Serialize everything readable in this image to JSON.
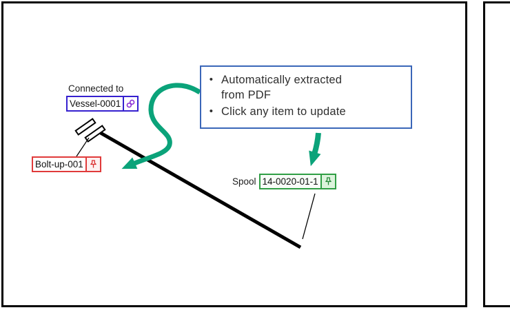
{
  "colors": {
    "frame": "#000000",
    "callout_border": "#3a66b8",
    "arrow": "#0ba37a",
    "vessel_border": "#3520cf",
    "link_icon": "#8b2fd6",
    "bolt_border": "#e03a3a",
    "bolt_pin_bg": "#fdf0f0",
    "spool_border": "#2f9e44",
    "spool_box_bg": "#f7fcf7",
    "spool_pin_bg": "#dcf3dc",
    "pipe": "#000000"
  },
  "scene": {
    "connected_to_label": "Connected to",
    "vessel_tag": "Vessel-0001",
    "bolt_up_tag": "Bolt-up-001",
    "spool_prefix": "Spool",
    "spool_tag": "14-0020-01-1",
    "icons": {
      "vessel_link_icon": "chain-link",
      "bolt_pin_icon": "pushpin",
      "spool_pin_icon": "pushpin"
    }
  },
  "callout": {
    "bullet": "•",
    "items": [
      "Automatically extracted from PDF",
      "Click any item to update"
    ]
  }
}
